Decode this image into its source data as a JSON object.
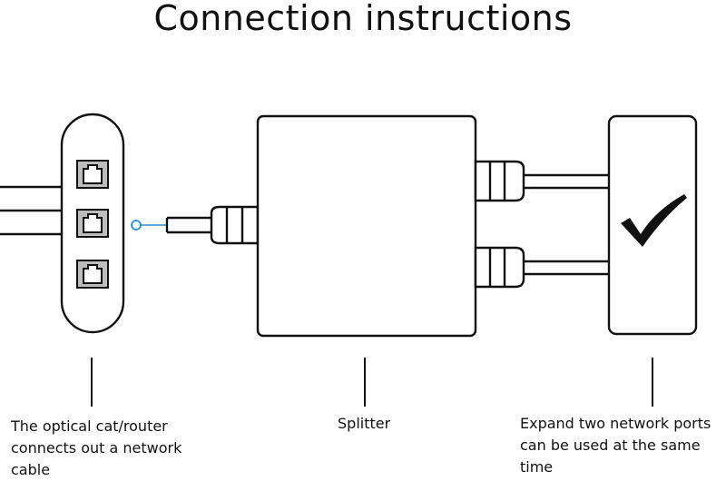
{
  "title": "Connection instructions",
  "captions": {
    "router": "The optical cat/router\nconnects out a network\ncable",
    "splitter": "Splitter",
    "expand": "Expand two network ports\ncan be used at the same\ntime"
  },
  "icons": {
    "device_ports": [
      "rj45-port-icon",
      "rj45-port-icon",
      "rj45-port-icon"
    ],
    "status": "checkmark-icon"
  },
  "colors": {
    "line": "#111111",
    "port_fill": "#b8b8b8",
    "connector_dot": "#2a8fd0"
  }
}
